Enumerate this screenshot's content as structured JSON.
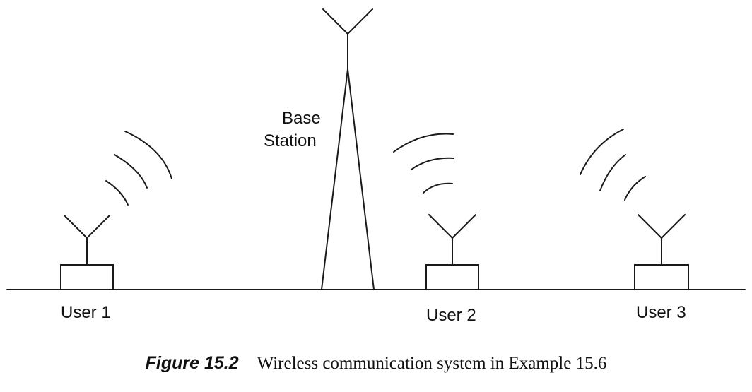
{
  "base_station": {
    "label_line1": "Base",
    "label_line2": "Station"
  },
  "users": [
    {
      "label": "User 1"
    },
    {
      "label": "User 2"
    },
    {
      "label": "User 3"
    }
  ],
  "caption": {
    "figure_label": "Figure 15.2",
    "text": "Wireless communication system in Example 15.6"
  },
  "colors": {
    "ink": "#1a1a1a",
    "background": "#ffffff"
  }
}
